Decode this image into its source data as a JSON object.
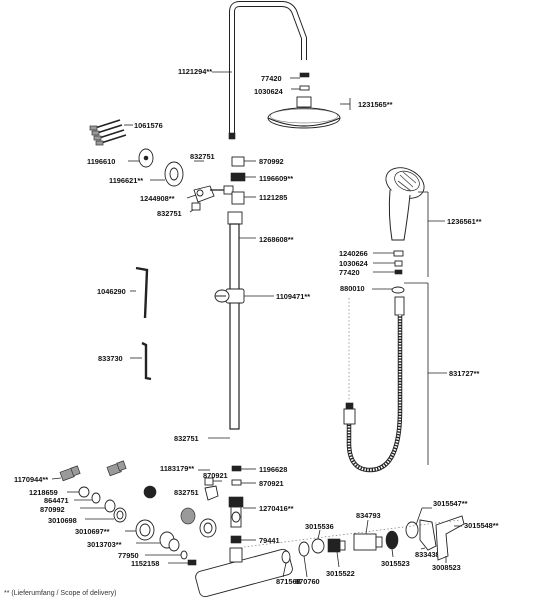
{
  "diagram": {
    "part_numbers": {
      "riser_pipe": "1121294**",
      "head_seal": "77420",
      "head_screen": "1030624",
      "shower_head": "1231565**",
      "wall_screws": "1061576",
      "wall_plug": "1196610",
      "rosette": "1196621**",
      "bracket_cover": "832751",
      "bracket": "1244908**",
      "bracket_bolt": "832751",
      "seal_870992": "870992",
      "nut_1196609": "1196609**",
      "sleeve_1121285": "1121285",
      "lower_pipe": "1268608**",
      "hand_shower": "1236561**",
      "hand_part_1240266": "1240266",
      "hand_screen": "1030624",
      "hand_seal": "77420",
      "hose_washer": "880010",
      "hose": "831727**",
      "hex_key_large": "1046290",
      "slider": "1109471**",
      "hex_key_small": "833730",
      "pipe_bottom_label": "832751",
      "nut_1183179": "1183179**",
      "seal_870921_a": "870921",
      "seal_1196628": "1196628",
      "seal_870921_b": "870921",
      "bracket_832751_low": "832751",
      "diverter": "1270416**",
      "seal_79441": "79441",
      "eccentric": "1170944**",
      "washer_1218659": "1218659",
      "washer_864471": "864471",
      "seal_870992_low": "870992",
      "nut_3010698": "3010698",
      "nut_3010697": "3010697**",
      "connector_3013703": "3013703**",
      "seal_77950": "77950",
      "screw_1152158": "1152158",
      "part_3015536": "3015536",
      "part_834793": "834793",
      "part_3015547": "3015547**",
      "part_3015548": "3015548**",
      "part_871568": "871568",
      "part_870760": "870760",
      "part_3015522": "3015522",
      "part_3015523": "3015523",
      "part_833438": "833438",
      "part_3008523": "3008523"
    },
    "footer_note": "** (Lieferumfang / Scope of delivery)"
  }
}
